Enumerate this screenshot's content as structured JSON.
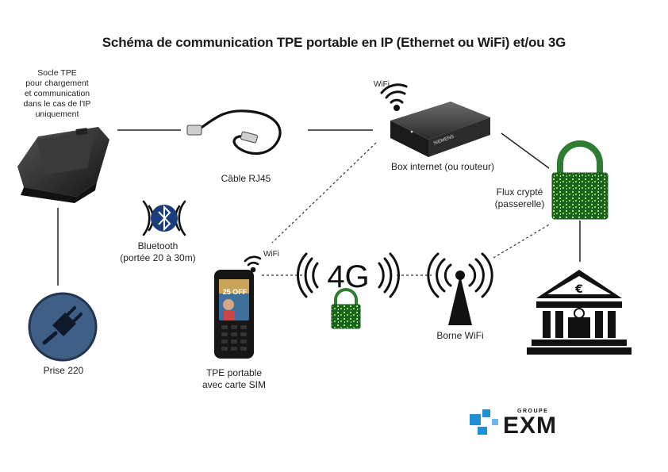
{
  "title": "Schéma de communication TPE portable en IP (Ethernet ou WiFi) et/ou 3G",
  "nodes": {
    "socle": {
      "label": "Socle TPE\npour chargement\net communication\ndans le cas de l'IP\nuniquement"
    },
    "cable": {
      "label": "Câble RJ45"
    },
    "box": {
      "label": "Box internet (ou routeur)",
      "wifi_label": "WiFi",
      "device_text": "SIEMENS"
    },
    "bluetooth": {
      "label": "Bluetooth\n(portée 20 à 30m)"
    },
    "tpe": {
      "label": "TPE portable\navec carte SIM",
      "wifi_label": "WiFi",
      "screen_text": "25 OFF"
    },
    "network": {
      "label": "4G"
    },
    "borne": {
      "label": "Borne WiFi"
    },
    "flux": {
      "label": "Flux crypté\n(passerelle)"
    },
    "bank": {
      "symbol": "€"
    },
    "prise": {
      "label": "Prise 220"
    }
  },
  "logo": {
    "group": "GROUPE",
    "brand": "EXM"
  },
  "colors": {
    "lock_green": "#2e7d32",
    "code_green": "#8bff6a",
    "plug_blue": "#3f5f86",
    "line": "#222222",
    "logo_blue": "#1f8fd6",
    "logo_dark": "#1a1a1a"
  }
}
